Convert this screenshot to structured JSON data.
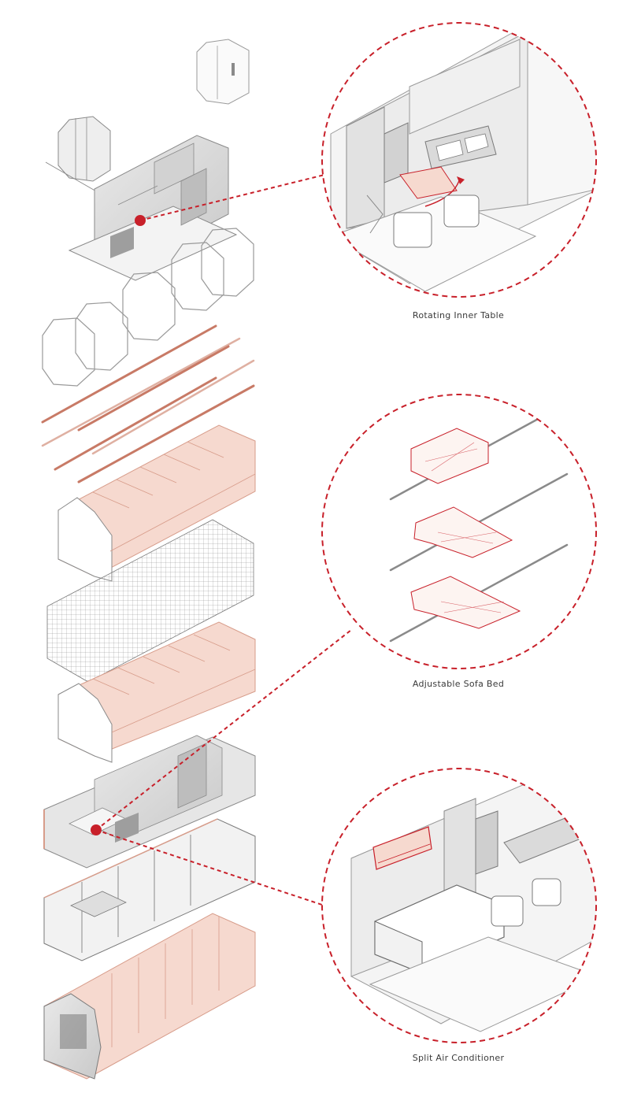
{
  "callouts": [
    {
      "caption": "Rotating Inner Table"
    },
    {
      "caption": "Adjustable Sofa Bed"
    },
    {
      "caption": "Split Air Conditioner"
    }
  ],
  "colors": {
    "accent": "#c8202a",
    "panel_fill": "#f6d9cf",
    "panel_stroke": "#d79c8a",
    "rod": "#c87a66",
    "line": "#9a9a9a",
    "interior": "#dcdcdc"
  },
  "layers": [
    {
      "name": "end-doors"
    },
    {
      "name": "kitchen-module"
    },
    {
      "name": "octagon-frames"
    },
    {
      "name": "longitudinal-rods"
    },
    {
      "name": "outer-shell"
    },
    {
      "name": "mesh-layer"
    },
    {
      "name": "inner-shell"
    },
    {
      "name": "furnished-interior"
    },
    {
      "name": "structural-frame"
    },
    {
      "name": "assembled-capsule"
    }
  ]
}
